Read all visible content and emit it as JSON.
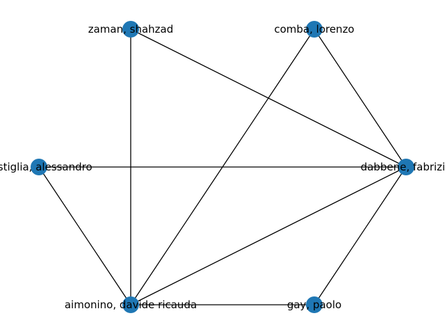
{
  "graph": {
    "node_color": "#1f77b4",
    "edge_color": "#000000",
    "nodes": [
      {
        "id": "zaman",
        "label": "zaman, shahzad"
      },
      {
        "id": "comba",
        "label": "comba, lorenzo"
      },
      {
        "id": "castiglia",
        "label": "castiglia, alessandro"
      },
      {
        "id": "dabbene",
        "label": "dabbene, fabrizio"
      },
      {
        "id": "aimonino",
        "label": "aimonino, davide ricauda"
      },
      {
        "id": "gay",
        "label": "gay, paolo"
      }
    ],
    "edges": [
      [
        "zaman",
        "aimonino"
      ],
      [
        "zaman",
        "dabbene"
      ],
      [
        "comba",
        "dabbene"
      ],
      [
        "comba",
        "aimonino"
      ],
      [
        "castiglia",
        "dabbene"
      ],
      [
        "castiglia",
        "aimonino"
      ],
      [
        "dabbene",
        "aimonino"
      ],
      [
        "dabbene",
        "gay"
      ],
      [
        "aimonino",
        "gay"
      ]
    ]
  }
}
